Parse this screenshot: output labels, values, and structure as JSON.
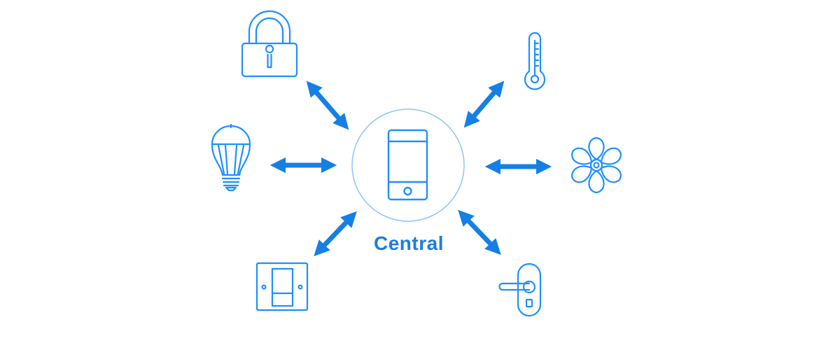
{
  "central": {
    "label": "Central"
  },
  "colors": {
    "line": "#1e90ff",
    "arrow": "#157fe6",
    "label": "#1e7be0",
    "circle": "#8cc6f5"
  },
  "nodes": [
    {
      "name": "padlock",
      "icon": "padlock-icon"
    },
    {
      "name": "thermometer",
      "icon": "thermometer-icon"
    },
    {
      "name": "light-bulb",
      "icon": "light-bulb-icon"
    },
    {
      "name": "fan",
      "icon": "fan-icon"
    },
    {
      "name": "light-switch",
      "icon": "light-switch-icon"
    },
    {
      "name": "door-handle",
      "icon": "door-handle-icon"
    }
  ]
}
